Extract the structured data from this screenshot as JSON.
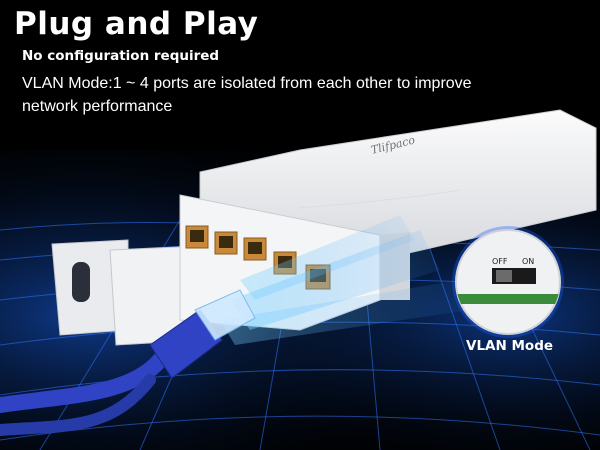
{
  "header": {
    "title": "Plug and Play",
    "subtitle": "No configuration required",
    "description": "VLAN Mode:1 ~ 4 ports are isolated from each other to improve network performance"
  },
  "product": {
    "brand": "Tlifpaco",
    "port_count": 5
  },
  "switch_inset": {
    "off_label": "OFF",
    "on_label": "ON",
    "caption": "VLAN Mode"
  },
  "colors": {
    "background": "#000000",
    "grid_glow": "#1e64ff",
    "device": "#eef0f2",
    "cable": "#2f43c4",
    "text": "#ffffff"
  }
}
